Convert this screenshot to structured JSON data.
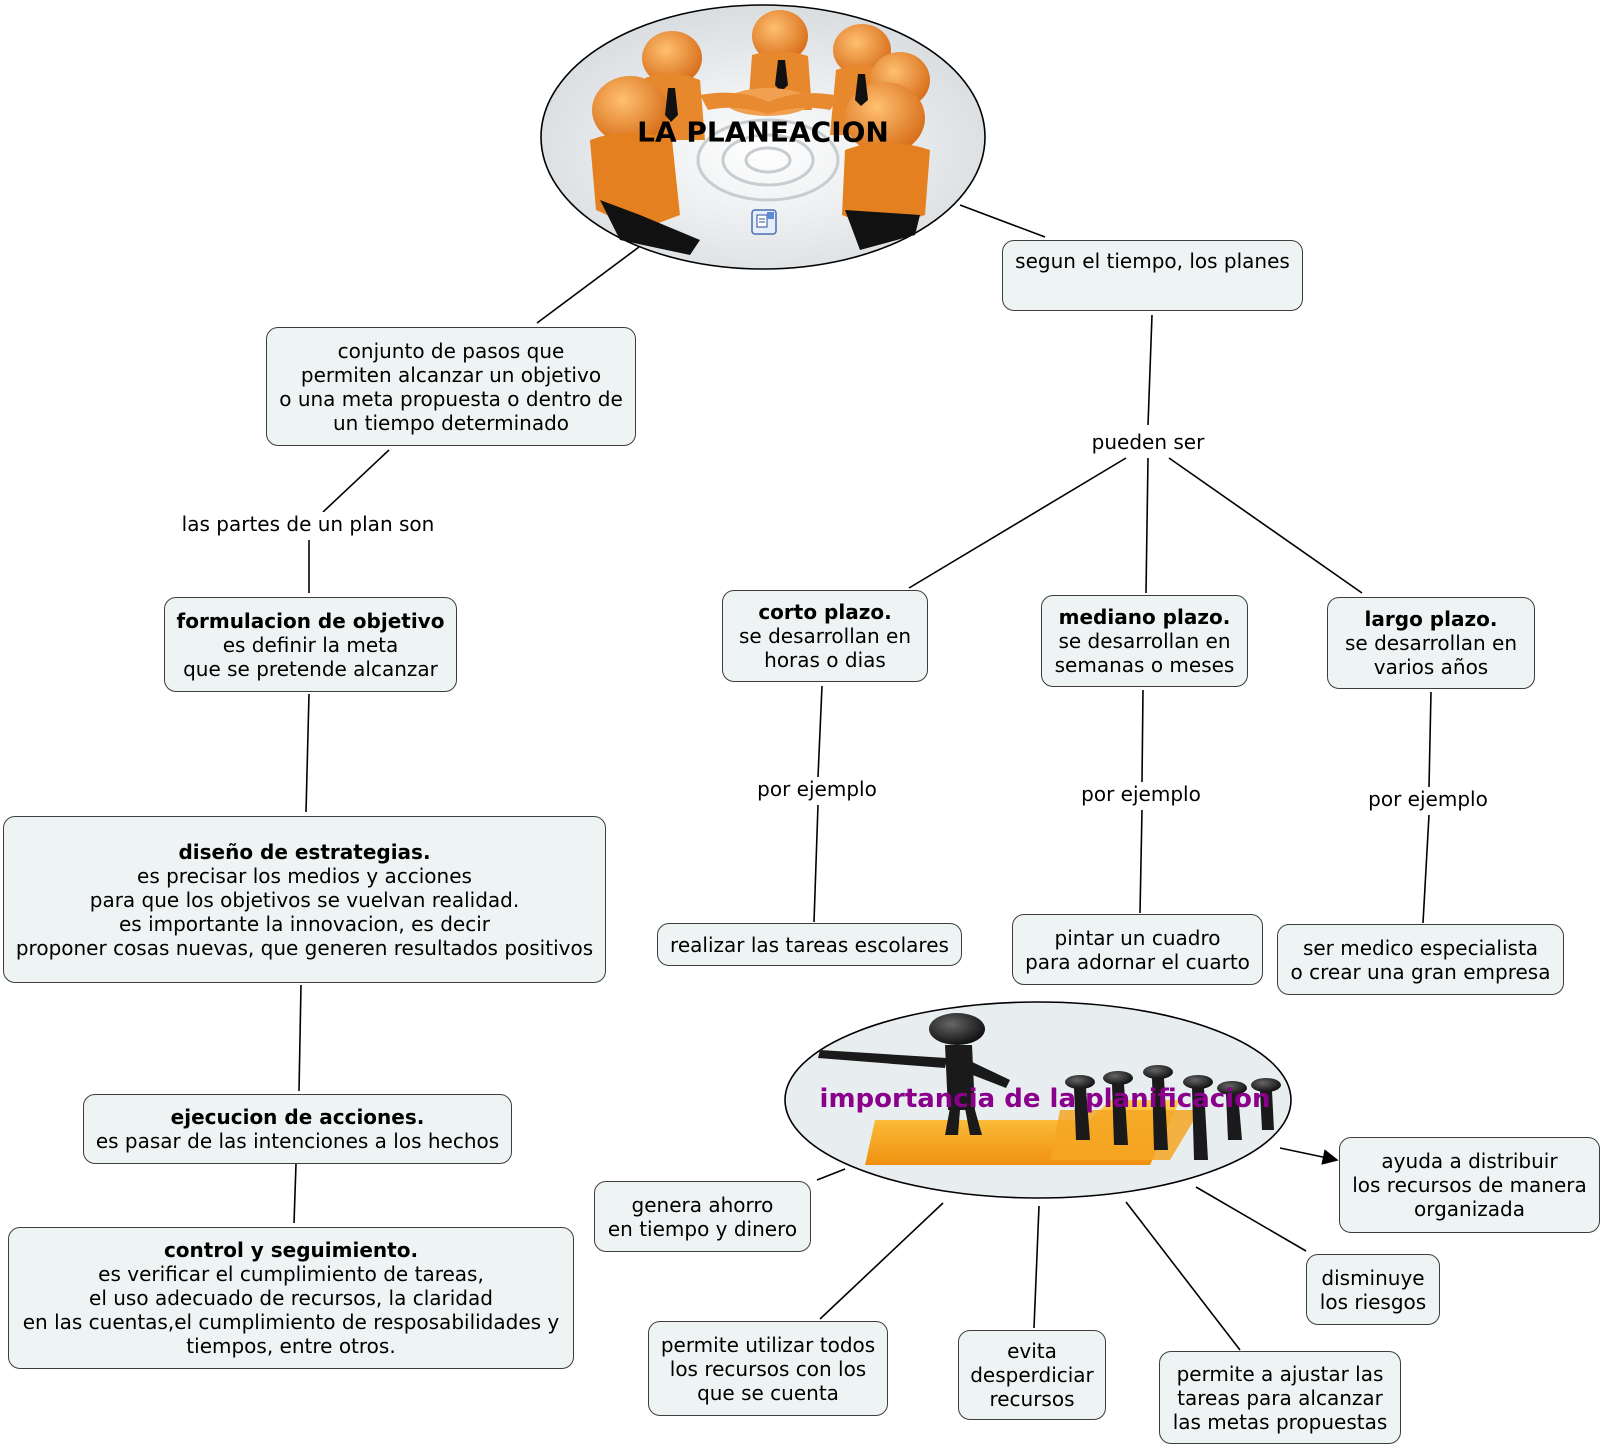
{
  "colors": {
    "node_fill": "#eef4f4",
    "node_border": "#3d3d3d",
    "edge": "#000000",
    "oval_fill": "#e8eef0",
    "importance_title": "#8b008b",
    "figure_orange": "#e8882c",
    "figure_black": "#1a1a1a"
  },
  "main_topic": {
    "title": "LA PLANEACION"
  },
  "left_branch": {
    "definition": "conjunto de pasos que\npermiten alcanzar un objetivo\no una meta propuesta o dentro de\nun tiempo determinado",
    "link_label": "las partes de un plan son",
    "parts": [
      {
        "title": "formulacion de objetivo",
        "text": "es definir la meta\nque se pretende alcanzar"
      },
      {
        "title": "diseño de estrategias.",
        "text": "es precisar los medios y acciones\npara que los objetivos se vuelvan realidad.\nes importante la innovacion, es decir\nproponer cosas nuevas, que generen resultados positivos"
      },
      {
        "title": "ejecucion de acciones.",
        "text": "es pasar de las intenciones a los hechos"
      },
      {
        "title": "control y seguimiento.",
        "text": "es verificar el cumplimiento de tareas,\nel uso adecuado de recursos, la claridad\nen las cuentas,el cumplimiento de resposabilidades y\ntiempos, entre otros."
      }
    ]
  },
  "right_branch": {
    "node": "segun el tiempo, los planes",
    "link_label": "pueden ser",
    "types": [
      {
        "title": "corto plazo.",
        "text": "se desarrollan en\nhoras o dias",
        "link": "por ejemplo",
        "example": "realizar las tareas escolares"
      },
      {
        "title": "mediano plazo.",
        "text": "se desarrollan en\nsemanas o meses",
        "link": "por ejemplo",
        "example": "pintar un cuadro\npara adornar el cuarto"
      },
      {
        "title": "largo plazo.",
        "text": "se desarrollan en\nvarios años",
        "link": "por ejemplo",
        "example": "ser medico especialista\no crear una gran empresa"
      }
    ]
  },
  "importance": {
    "title": "importancia de la planificacion",
    "items": [
      "genera ahorro\nen tiempo y dinero",
      "permite utilizar todos\nlos recursos con los\nque se cuenta",
      "evita\ndesperdiciar\nrecursos",
      "permite a ajustar las\ntareas para alcanzar\nlas metas propuestas",
      "disminuye\nlos riesgos",
      "ayuda a distribuir\nlos recursos de manera\norganizada"
    ]
  }
}
